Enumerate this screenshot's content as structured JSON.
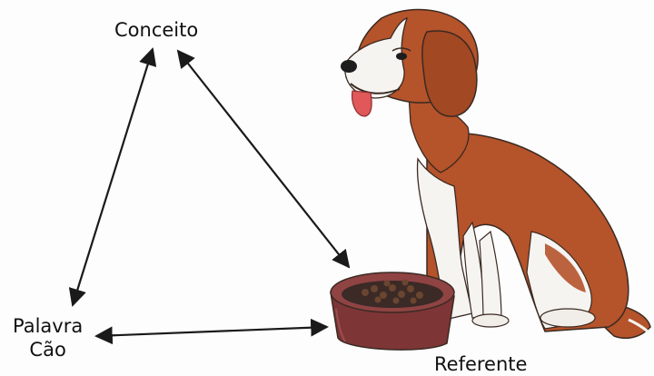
{
  "labels": {
    "concept": "Conceito",
    "word_line1": "Palavra",
    "word_line2": "Cão",
    "referent": "Referente"
  },
  "colors": {
    "arrow": "#1a1a1a",
    "dog_brown": "#b5532a",
    "dog_white": "#f6f4f1",
    "bowl": "#8a3b3b",
    "kibble": "#5a3a28"
  },
  "relations": [
    {
      "from": "word",
      "to": "concept",
      "direction": "both"
    },
    {
      "from": "concept",
      "to": "referent",
      "direction": "both"
    },
    {
      "from": "word",
      "to": "referent",
      "direction": "both"
    }
  ]
}
